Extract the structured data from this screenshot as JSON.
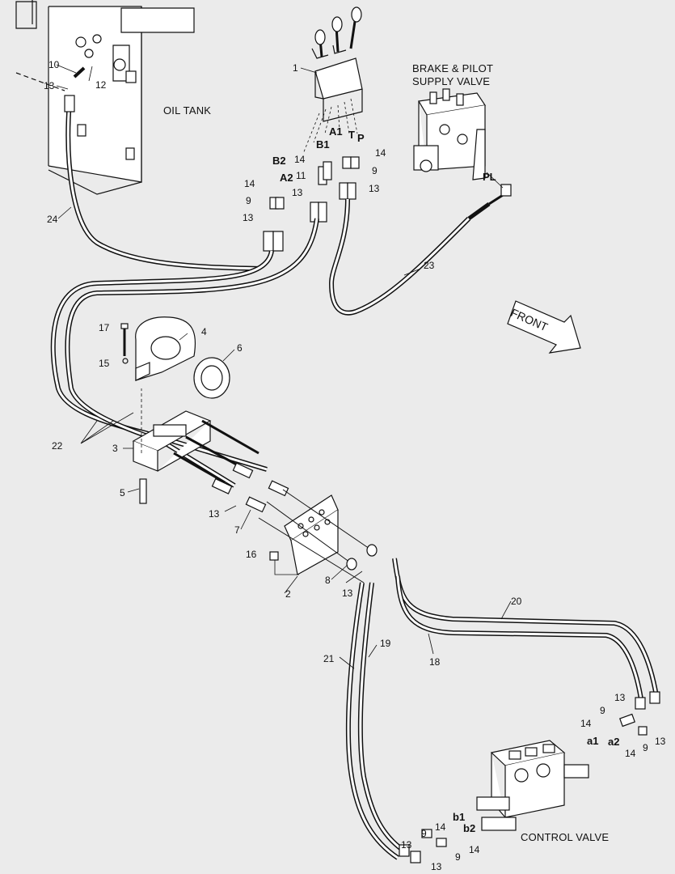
{
  "titles": {
    "oil_tank": "OIL TANK",
    "brake_valve_line1": "BRAKE & PILOT",
    "brake_valve_line2": "SUPPLY VALVE",
    "control_valve": "CONTROL VALVE",
    "front": "FRONT"
  },
  "ports": [
    "B2",
    "A2",
    "B1",
    "A1",
    "T",
    "P",
    "PL",
    "a1",
    "a2",
    "b1",
    "b2"
  ],
  "callouts": [
    "1",
    "2",
    "3",
    "4",
    "5",
    "6",
    "7",
    "8",
    "9",
    "10",
    "11",
    "12",
    "13",
    "14",
    "15",
    "16",
    "17",
    "18",
    "19",
    "20",
    "21",
    "22",
    "23",
    "24"
  ],
  "colors": {
    "background": "#ebebeb",
    "line": "#111111",
    "hose_fill": "#ffffff"
  }
}
